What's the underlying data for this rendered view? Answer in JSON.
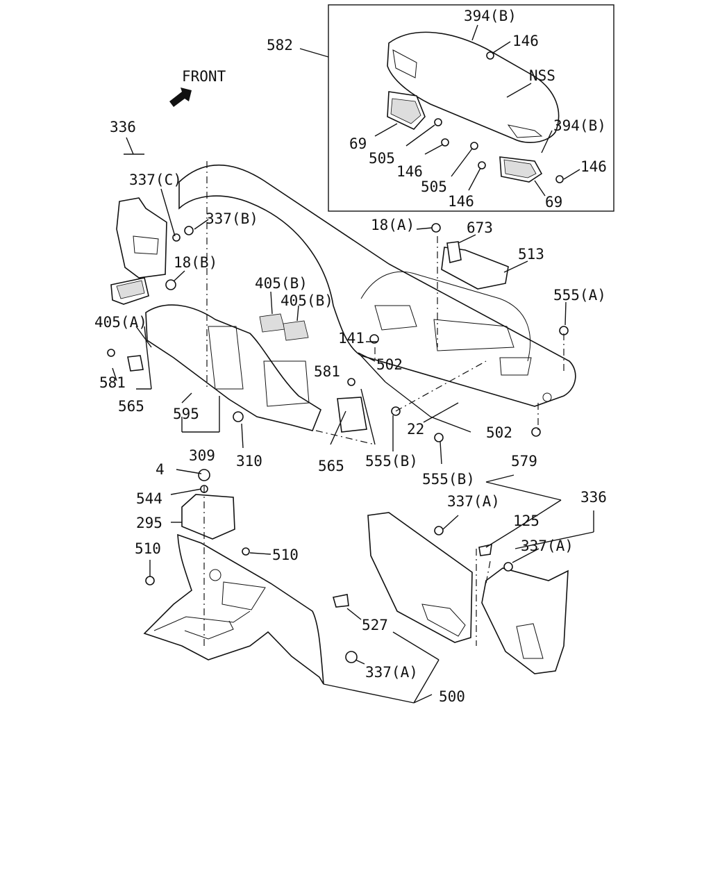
{
  "front_label": "FRONT",
  "callouts": {
    "c582": "582",
    "c394b_top": "394(B)",
    "c146_top": "146",
    "nss": "NSS",
    "c394b_right": "394(B)",
    "c69_left": "69",
    "c505_left": "505",
    "c146_mid_left": "146",
    "c505_mid": "505",
    "c146_mid": "146",
    "c146_right": "146",
    "c69_right": "69",
    "c336_top": "336",
    "c337c": "337(C)",
    "c337b": "337(B)",
    "c18b": "18(B)",
    "c405a": "405(A)",
    "c405b_1": "405(B)",
    "c405b_2": "405(B)",
    "c18a": "18(A)",
    "c673": "673",
    "c513": "513",
    "c555a": "555(A)",
    "c141": "141",
    "c502_top": "502",
    "c581_left": "581",
    "c565_left": "565",
    "c595": "595",
    "c309": "309",
    "c310": "310",
    "c581_mid": "581",
    "c565_mid": "565",
    "c555b_1": "555(B)",
    "c22": "22",
    "c502_bottom": "502",
    "c555b_2": "555(B)",
    "c4": "4",
    "c544": "544",
    "c295": "295",
    "c510_left": "510",
    "c510_mid": "510",
    "c579": "579",
    "c337a_1": "337(A)",
    "c125": "125",
    "c336_bottom": "336",
    "c337a_2": "337(A)",
    "c527": "527",
    "c337a_3": "337(A)",
    "c500": "500"
  }
}
